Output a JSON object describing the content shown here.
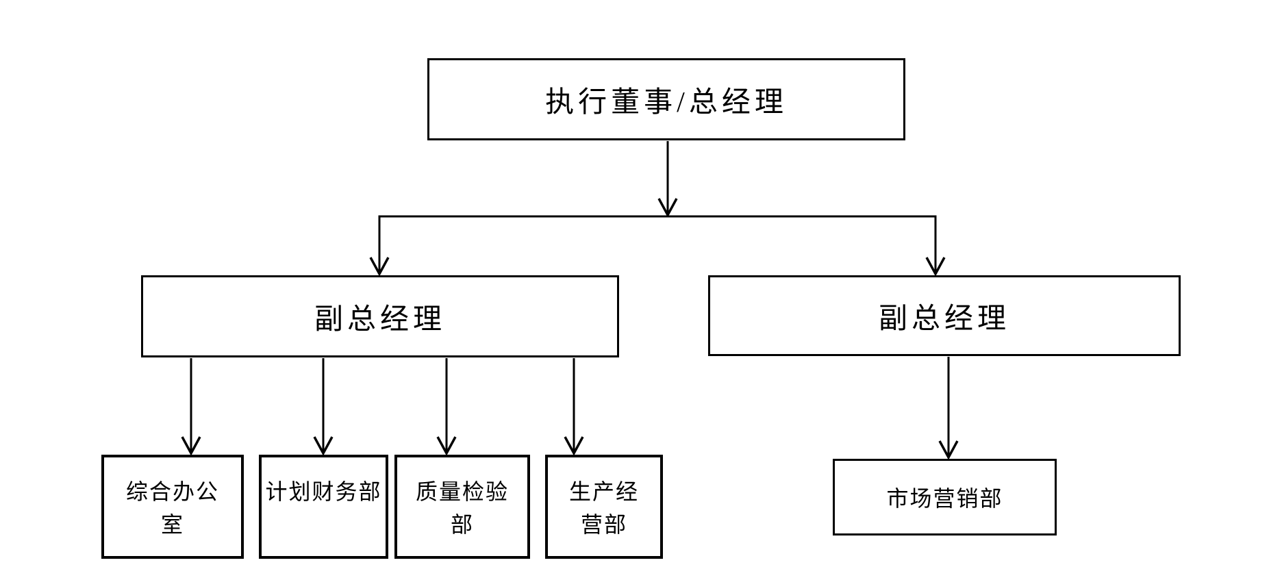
{
  "org_chart": {
    "nodes": {
      "executive": {
        "label": "执行董事/总经理"
      },
      "deputy_left": {
        "label": "副总经理"
      },
      "deputy_right": {
        "label": "副总经理"
      },
      "general_office": {
        "label": [
          "综合办公",
          "室"
        ]
      },
      "planning_finance": {
        "label": [
          "计划财务部"
        ]
      },
      "quality_inspection": {
        "label": [
          "质量检验",
          "部"
        ]
      },
      "production_operation": {
        "label": [
          "生产经",
          "营部"
        ]
      },
      "marketing": {
        "label": [
          "市场营销部"
        ]
      }
    },
    "edges": [
      {
        "from": "executive",
        "to": "deputy_left"
      },
      {
        "from": "executive",
        "to": "deputy_right"
      },
      {
        "from": "deputy_left",
        "to": "general_office"
      },
      {
        "from": "deputy_left",
        "to": "planning_finance"
      },
      {
        "from": "deputy_left",
        "to": "quality_inspection"
      },
      {
        "from": "deputy_left",
        "to": "production_operation"
      },
      {
        "from": "deputy_right",
        "to": "marketing"
      }
    ],
    "colors": {
      "line": "#000000",
      "text": "#000000",
      "background": "#ffffff"
    }
  }
}
